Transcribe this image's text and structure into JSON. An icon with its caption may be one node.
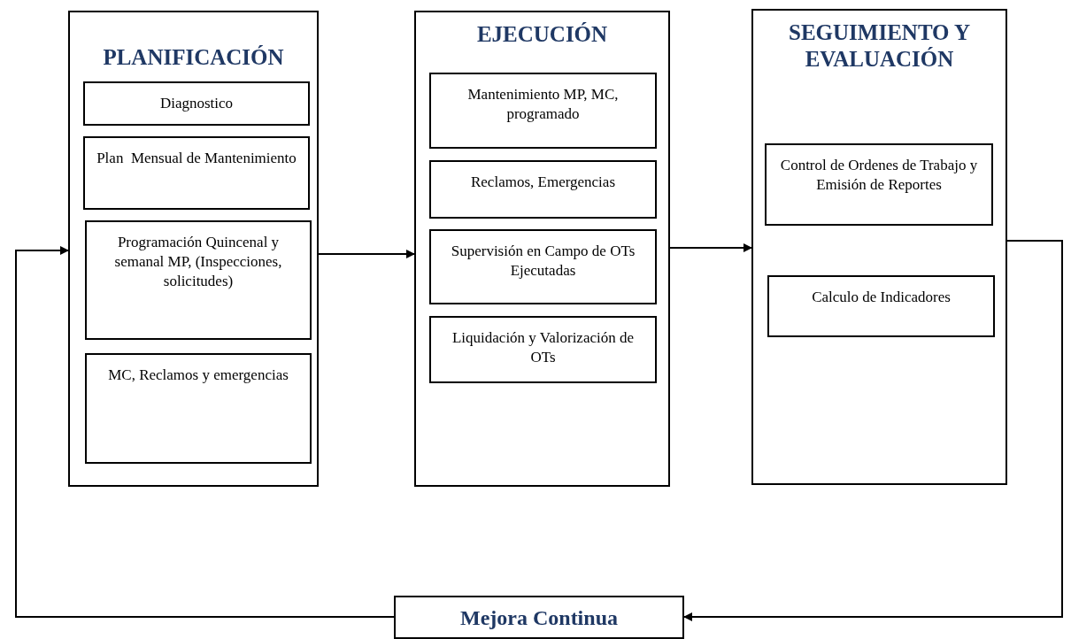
{
  "diagram": {
    "nodes": [
      {
        "text": [
          "PLANIFICACIÓN"
        ]
      },
      {
        "text": [
          "Diagnostico"
        ],
        "in": 0
      },
      {
        "text": [
          "Plan  Mensual de Mantenimiento"
        ],
        "in": 0
      },
      {
        "text": [
          "Programación Quincenal y semanal MP, (Inspecciones, solicitudes)"
        ],
        "in": 0
      },
      {
        "text": [
          "MC, Reclamos y emergencias"
        ],
        "in": 0
      },
      {
        "text": [
          "EJECUCIÓN"
        ]
      },
      {
        "text": [
          "Mantenimiento MP, MC, programado"
        ],
        "in": 5
      },
      {
        "text": [
          "Reclamos, Emergencias"
        ],
        "in": 5
      },
      {
        "text": [
          "Supervisión en Campo de OTs Ejecutadas"
        ],
        "in": 5
      },
      {
        "text": [
          "Liquidación y Valorización de OTs"
        ],
        "in": 5
      },
      {
        "text": [
          "SEGUIMIENTO Y EVALUACIÓN"
        ]
      },
      {
        "text": [
          "Control de Ordenes de Trabajo y Emisión de Reportes"
        ],
        "in": 10
      },
      {
        "text": [
          "Calculo de Indicadores"
        ],
        "in": 10
      },
      {
        "text": [
          "Mejora Continua"
        ]
      }
    ],
    "edges": [
      {
        "from": 0,
        "to": 5,
        "arrow": "to"
      },
      {
        "from": 5,
        "to": 10,
        "arrow": "to"
      },
      {
        "from": 10,
        "to": 13,
        "arrow": "to"
      },
      {
        "from": 13,
        "to": 0,
        "arrow": "to"
      }
    ]
  }
}
